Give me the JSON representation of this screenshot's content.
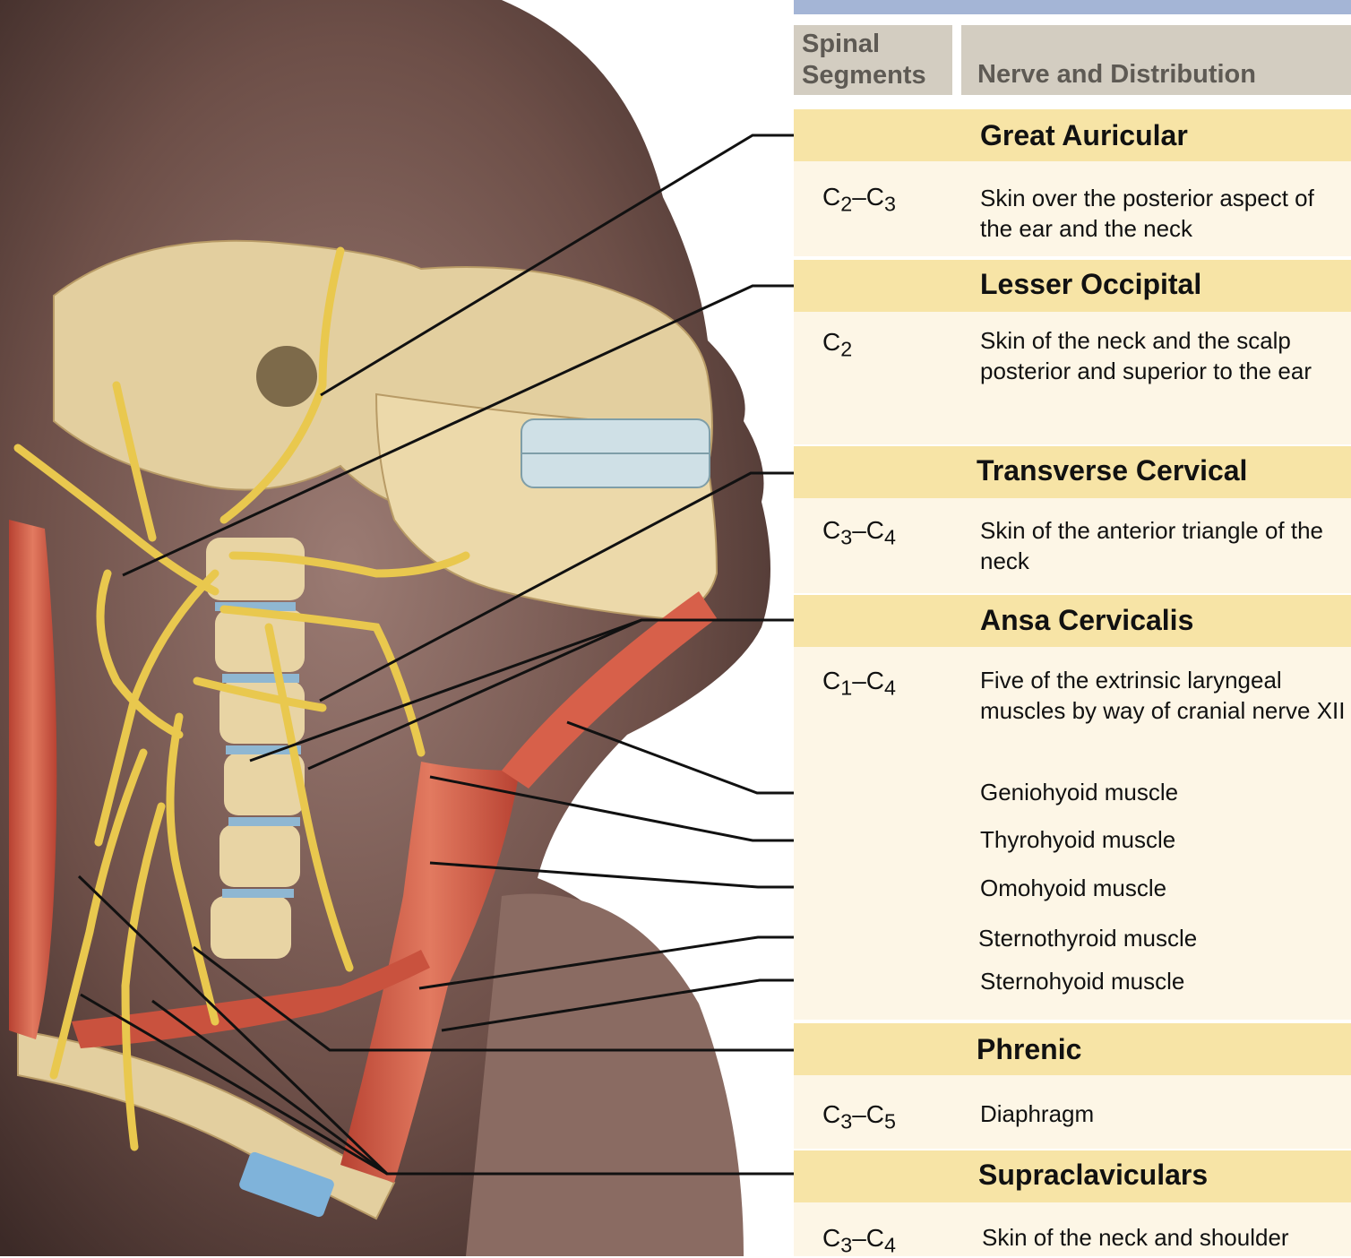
{
  "table": {
    "header": {
      "segments": "Spinal\nSegments",
      "distribution": "Nerve and Distribution"
    },
    "nerves": [
      {
        "name": "Great Auricular",
        "segments": "C2–C3",
        "distribution": "Skin over the posterior aspect of the ear and the neck"
      },
      {
        "name": "Lesser Occipital",
        "segments": "C2",
        "distribution": "Skin of the neck and the scalp posterior and superior to the ear"
      },
      {
        "name": "Transverse Cervical",
        "segments": "C3–C4",
        "distribution": "Skin of the anterior triangle of the neck"
      },
      {
        "name": "Ansa Cervicalis",
        "segments": "C1–C4",
        "distribution": "Five of the extrinsic laryngeal muscles by way of cranial nerve XII"
      },
      {
        "name": "Phrenic",
        "segments": "C3–C5",
        "distribution": "Diaphragm"
      },
      {
        "name": "Supraclaviculars",
        "segments": "C3–C4",
        "distribution": "Skin of the neck and shoulder"
      }
    ],
    "muscles": [
      "Geniohyoid muscle",
      "Thyrohyoid muscle",
      "Omohyoid muscle",
      "Sternothyroid muscle",
      "Sternohyoid muscle"
    ]
  },
  "colors": {
    "band": "#f7e4a6",
    "header_bg": "#d3cdc1",
    "title_bar": "#a4b5d6",
    "nerve": "#e9c84e",
    "muscle": "#d7604a",
    "bone": "#e3cf9f",
    "skin": "#7a5a4e"
  }
}
